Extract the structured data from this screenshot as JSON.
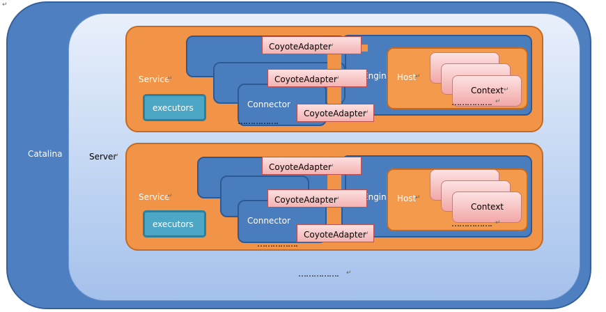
{
  "return_mark": "↵",
  "catalina_label": "Catalina",
  "server_label": "Server",
  "services": [
    {
      "service_label": "Service",
      "executors_label": "executors",
      "connector_label": "Connector",
      "engine_label": "Engine",
      "host_label": "Host",
      "context_label": "Context",
      "adapters": [
        "CoyoteAdapter",
        "CoyoteAdapter",
        "CoyoteAdapter"
      ]
    },
    {
      "service_label": "Service",
      "executors_label": "executors",
      "connector_label": "Connector",
      "engine_label": "Engine",
      "host_label": "Host",
      "context_label": "Context",
      "adapters": [
        "CoyoteAdapter",
        "CoyoteAdapter",
        "CoyoteAdapter"
      ]
    }
  ],
  "ellipsis": "……………."
}
